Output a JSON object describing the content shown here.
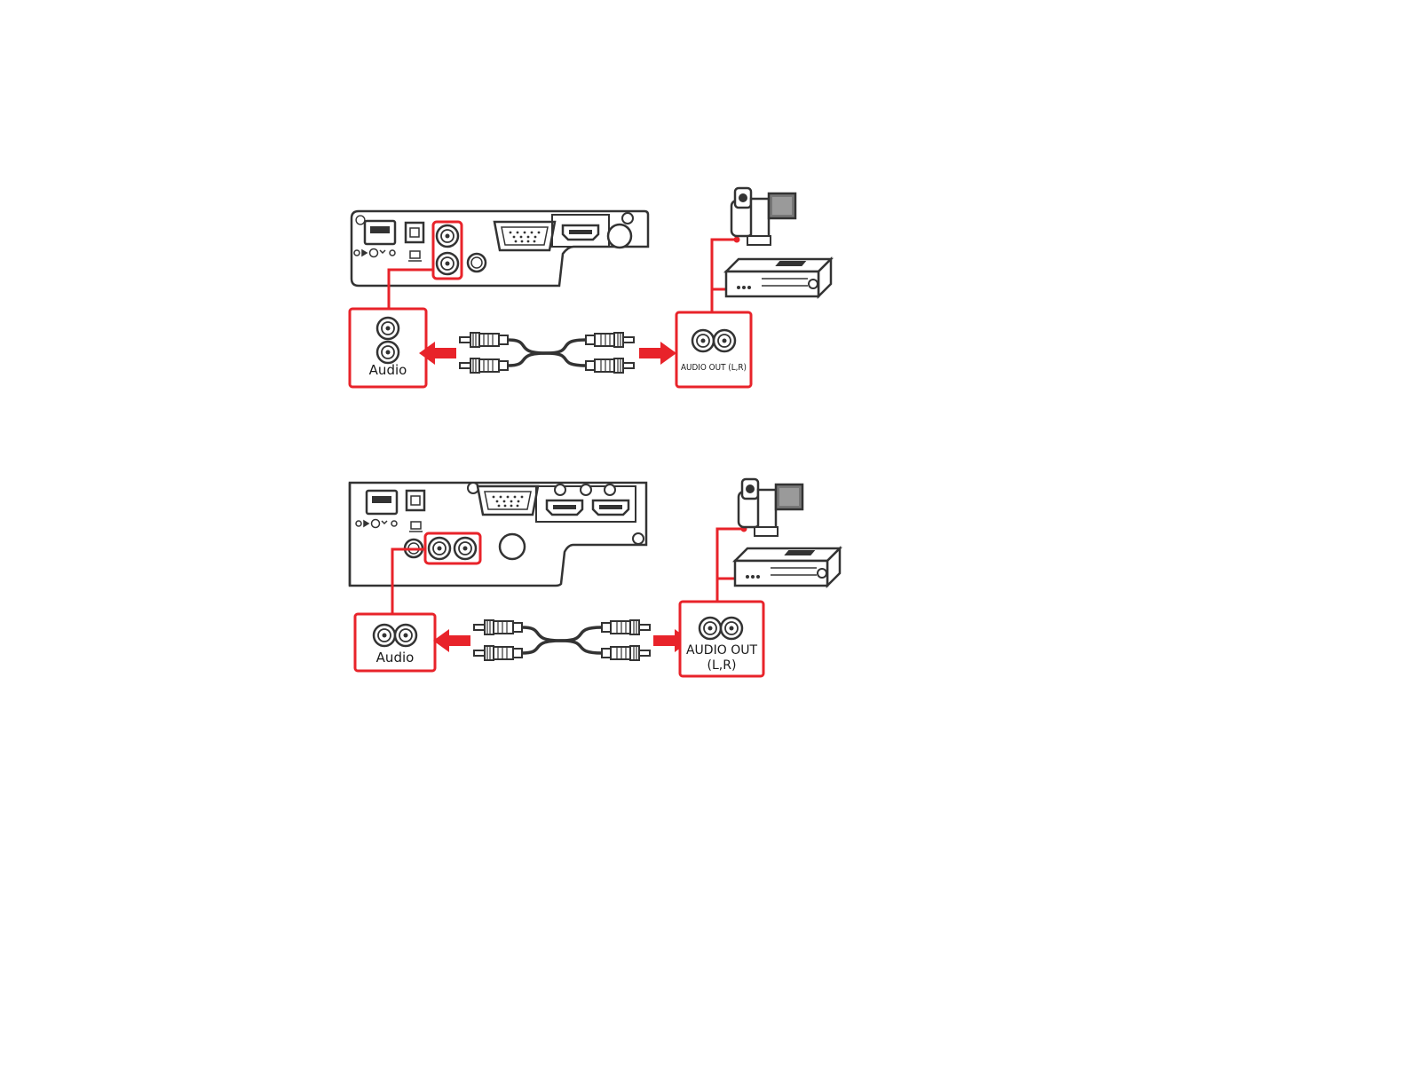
{
  "colors": {
    "accent": "#e8232a",
    "outline": "#333333",
    "background": "#ffffff"
  },
  "diagrams": [
    {
      "projector_port_label": "Audio",
      "device_port_label": "AUDIO OUT (L,R)"
    },
    {
      "projector_port_label": "Audio",
      "device_port_label_line1": "AUDIO OUT",
      "device_port_label_line2": "(L,R)"
    }
  ],
  "icons": [
    "camcorder-icon",
    "vcr-icon",
    "rca-cable-icon",
    "arrow-left-icon",
    "arrow-right-icon"
  ]
}
